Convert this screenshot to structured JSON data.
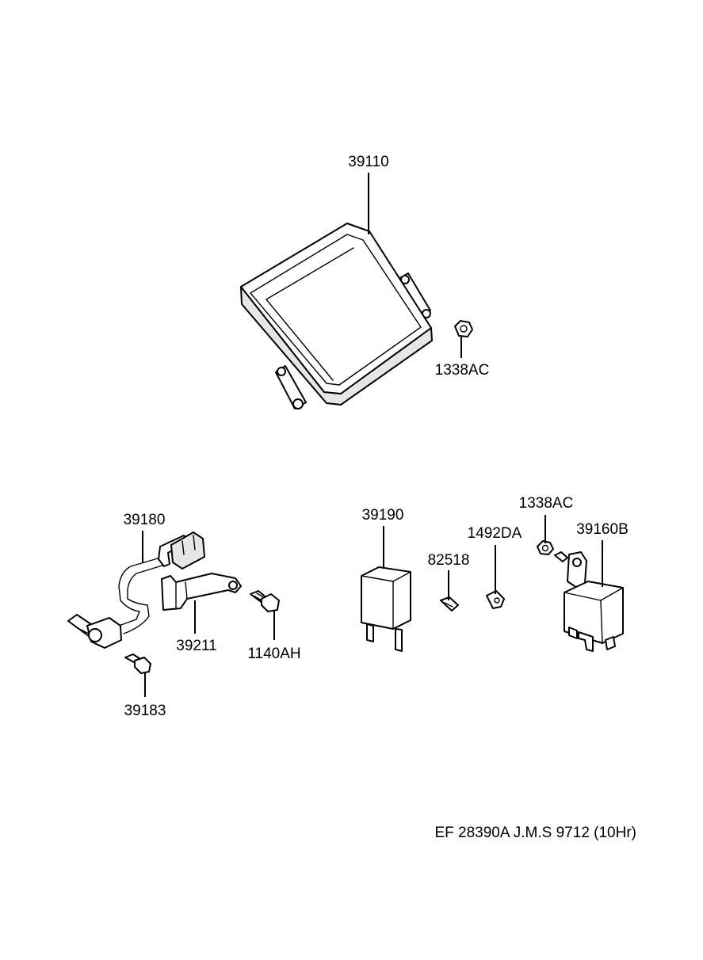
{
  "labels": {
    "ecu": "39110",
    "nut_top": "1338AC",
    "sensor": "39180",
    "bracket": "39211",
    "sensor_bolt": "39183",
    "bracket_bolt": "1140AH",
    "relay_left": "39190",
    "screw": "82518",
    "clip": "1492DA",
    "nut_right": "1338AC",
    "relay_right": "39160B"
  },
  "footer": "EF 28390A J.M.S 9712 (10Hr)"
}
